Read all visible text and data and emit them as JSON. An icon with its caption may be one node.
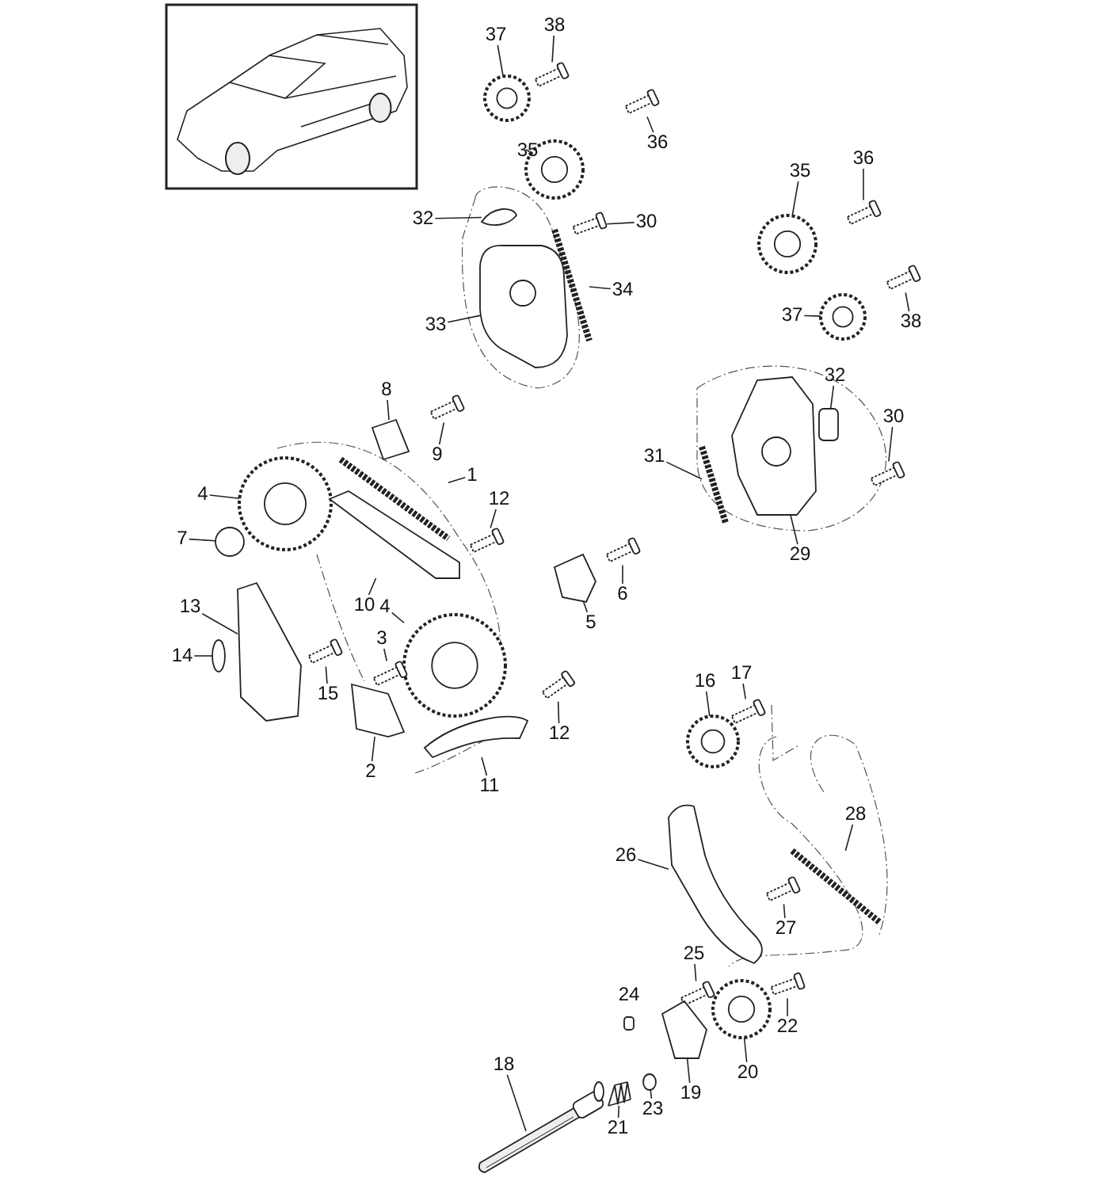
{
  "diagram": {
    "nodes": [
      {
        "text": [
          "37"
        ]
      },
      {
        "text": [
          "38"
        ]
      },
      {
        "text": [
          "35"
        ]
      },
      {
        "text": [
          "36"
        ]
      },
      {
        "text": [
          "32"
        ]
      },
      {
        "text": [
          "30"
        ]
      },
      {
        "text": [
          "35"
        ]
      },
      {
        "text": [
          "36"
        ]
      },
      {
        "text": [
          "34"
        ]
      },
      {
        "text": [
          "37"
        ]
      },
      {
        "text": [
          "38"
        ]
      },
      {
        "text": [
          "33"
        ]
      },
      {
        "text": [
          "8"
        ]
      },
      {
        "text": [
          "32"
        ]
      },
      {
        "text": [
          "30"
        ]
      },
      {
        "text": [
          "9"
        ]
      },
      {
        "text": [
          "31"
        ]
      },
      {
        "text": [
          "4"
        ]
      },
      {
        "text": [
          "1"
        ]
      },
      {
        "text": [
          "12"
        ]
      },
      {
        "text": [
          "7"
        ]
      },
      {
        "text": [
          "29"
        ]
      },
      {
        "text": [
          "10"
        ]
      },
      {
        "text": [
          "6"
        ]
      },
      {
        "text": [
          "13"
        ]
      },
      {
        "text": [
          "4"
        ]
      },
      {
        "text": [
          "5"
        ]
      },
      {
        "text": [
          "3"
        ]
      },
      {
        "text": [
          "14"
        ]
      },
      {
        "text": [
          "15"
        ]
      },
      {
        "text": [
          "17"
        ]
      },
      {
        "text": [
          "16"
        ]
      },
      {
        "text": [
          "12"
        ]
      },
      {
        "text": [
          "2"
        ]
      },
      {
        "text": [
          "11"
        ]
      },
      {
        "text": [
          "28"
        ]
      },
      {
        "text": [
          "26"
        ]
      },
      {
        "text": [
          "27"
        ]
      },
      {
        "text": [
          "25"
        ]
      },
      {
        "text": [
          "22"
        ]
      },
      {
        "text": [
          "20"
        ]
      },
      {
        "text": [
          "19"
        ]
      },
      {
        "text": [
          "23"
        ]
      },
      {
        "text": [
          "18"
        ]
      },
      {
        "text": [
          "21"
        ]
      },
      {
        "text": [],
        "shape": "gear"
      },
      {
        "text": [],
        "shape": "bolt"
      },
      {
        "text": [],
        "shape": "gear"
      },
      {
        "text": [],
        "shape": "bolt"
      },
      {
        "text": [],
        "shape": "picture"
      },
      {
        "text": [],
        "shape": "bolt"
      },
      {
        "text": [],
        "shape": "gear"
      },
      {
        "text": [],
        "shape": "bolt"
      },
      {
        "text": [],
        "shape": "chain"
      },
      {
        "text": [],
        "shape": "gear"
      },
      {
        "text": [],
        "shape": "bolt"
      },
      {
        "text": [],
        "shape": "picture"
      },
      {
        "text": [],
        "shape": "picture"
      },
      {
        "text": [],
        "shape": "box"
      },
      {
        "text": [],
        "shape": "bolt"
      },
      {
        "text": [],
        "shape": "bolt"
      },
      {
        "text": [],
        "shape": "chain"
      },
      {
        "text": [],
        "shape": "gear"
      },
      {
        "text": [],
        "shape": "chain"
      },
      {
        "text": [],
        "shape": "bolt"
      },
      {
        "text": [],
        "shape": "circle"
      },
      {
        "text": [],
        "shape": "picture"
      },
      {
        "text": [],
        "shape": "picture"
      },
      {
        "text": [],
        "shape": "bolt"
      },
      {
        "text": [],
        "shape": "picture"
      },
      {
        "text": [],
        "shape": "gear"
      },
      {
        "text": [],
        "shape": "picture"
      },
      {
        "text": [],
        "shape": "bolt"
      },
      {
        "text": [],
        "shape": "ring"
      },
      {
        "text": [],
        "shape": "bolt"
      },
      {
        "text": [],
        "shape": "bolt"
      },
      {
        "text": [],
        "shape": "gear"
      },
      {
        "text": [],
        "shape": "bolt"
      },
      {
        "text": [],
        "shape": "picture"
      },
      {
        "text": [],
        "shape": "picture"
      },
      {
        "text": [],
        "shape": "chain"
      },
      {
        "text": [],
        "shape": "picture"
      },
      {
        "text": [],
        "shape": "bolt"
      },
      {
        "text": [],
        "shape": "bolt"
      },
      {
        "text": [],
        "shape": "bolt"
      },
      {
        "text": [],
        "shape": "gear"
      },
      {
        "text": [],
        "shape": "picture"
      },
      {
        "text": [],
        "shape": "ring"
      },
      {
        "text": [],
        "shape": "picture"
      },
      {
        "text": [],
        "shape": "picture"
      }
    ],
    "edges": [
      {
        "from": 0,
        "to": 45,
        "arrow": "none"
      },
      {
        "from": 1,
        "to": 46,
        "arrow": "none"
      },
      {
        "from": 2,
        "to": 47,
        "arrow": "none"
      },
      {
        "from": 3,
        "to": 48,
        "arrow": "none"
      },
      {
        "from": 4,
        "to": 49,
        "arrow": "none"
      },
      {
        "from": 5,
        "to": 50,
        "arrow": "none"
      },
      {
        "from": 6,
        "to": 51,
        "arrow": "none"
      },
      {
        "from": 7,
        "to": 52,
        "arrow": "none"
      },
      {
        "from": 8,
        "to": 53,
        "arrow": "none"
      },
      {
        "from": 9,
        "to": 54,
        "arrow": "none"
      },
      {
        "from": 10,
        "to": 55,
        "arrow": "none"
      },
      {
        "from": 11,
        "to": 56,
        "arrow": "none"
      },
      {
        "from": 12,
        "to": 57,
        "arrow": "none"
      },
      {
        "from": 13,
        "to": 58,
        "arrow": "none"
      },
      {
        "from": 14,
        "to": 59,
        "arrow": "none"
      },
      {
        "from": 15,
        "to": 60,
        "arrow": "none"
      },
      {
        "from": 16,
        "to": 61,
        "arrow": "none"
      },
      {
        "from": 17,
        "to": 62,
        "arrow": "none"
      },
      {
        "from": 18,
        "to": 63,
        "arrow": "none"
      },
      {
        "from": 19,
        "to": 64,
        "arrow": "none"
      },
      {
        "from": 20,
        "to": 65,
        "arrow": "none"
      },
      {
        "from": 21,
        "to": 66,
        "arrow": "none"
      },
      {
        "from": 22,
        "to": 67,
        "arrow": "none"
      },
      {
        "from": 23,
        "to": 68,
        "arrow": "none"
      },
      {
        "from": 24,
        "to": 69,
        "arrow": "none"
      },
      {
        "from": 25,
        "to": 70,
        "arrow": "none"
      },
      {
        "from": 26,
        "to": 71,
        "arrow": "none"
      },
      {
        "from": 27,
        "to": 72,
        "arrow": "none"
      },
      {
        "from": 28,
        "to": 73,
        "arrow": "none"
      },
      {
        "from": 29,
        "to": 74,
        "arrow": "none"
      },
      {
        "from": 30,
        "to": 75,
        "arrow": "none"
      },
      {
        "from": 31,
        "to": 76,
        "arrow": "none"
      },
      {
        "from": 32,
        "to": 77,
        "arrow": "none"
      },
      {
        "from": 33,
        "to": 78,
        "arrow": "none"
      },
      {
        "from": 34,
        "to": 79,
        "arrow": "none"
      },
      {
        "from": 35,
        "to": 80,
        "arrow": "none"
      },
      {
        "from": 36,
        "to": 81,
        "arrow": "none"
      },
      {
        "from": 37,
        "to": 82,
        "arrow": "none"
      },
      {
        "from": 38,
        "to": 83,
        "arrow": "none"
      },
      {
        "from": 39,
        "to": 84,
        "arrow": "none"
      },
      {
        "from": 40,
        "to": 85,
        "arrow": "none"
      },
      {
        "from": 41,
        "to": 86,
        "arrow": "none"
      },
      {
        "from": 42,
        "to": 87,
        "arrow": "none"
      },
      {
        "from": 43,
        "to": 88,
        "arrow": "none"
      },
      {
        "from": 44,
        "to": 89,
        "arrow": "none"
      }
    ],
    "labels": [
      "24"
    ]
  }
}
